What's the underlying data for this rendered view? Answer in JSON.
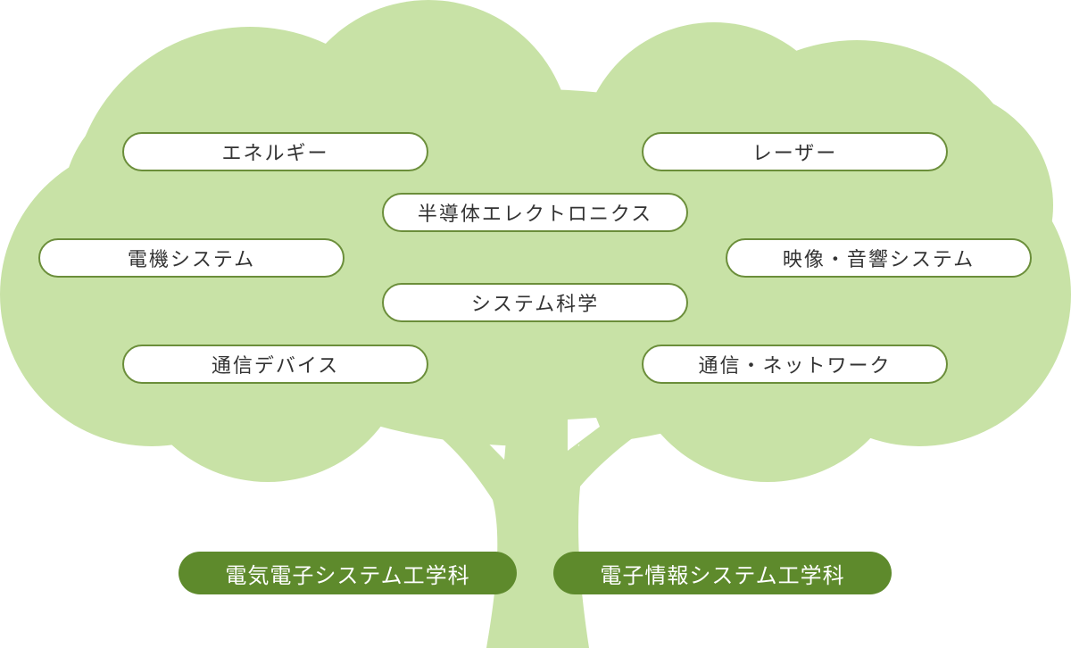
{
  "colors": {
    "canopy": "#c8e2a6",
    "trunk": "#c8e2a6",
    "pill_border": "#6b8e3a",
    "pill_text": "#333333",
    "dept_fill": "#5e8a2c",
    "dept_text": "#ffffff"
  },
  "topics": {
    "energy": "エネルギー",
    "laser": "レーザー",
    "semiconductor": "半導体エレクトロニクス",
    "electric_machinery": "電機システム",
    "video_audio": "映像・音響システム",
    "system_science": "システム科学",
    "comm_devices": "通信デバイス",
    "comm_network": "通信・ネットワーク"
  },
  "departments": {
    "electrical": "電気電子システム工学科",
    "info": "電子情報システム工学科"
  }
}
